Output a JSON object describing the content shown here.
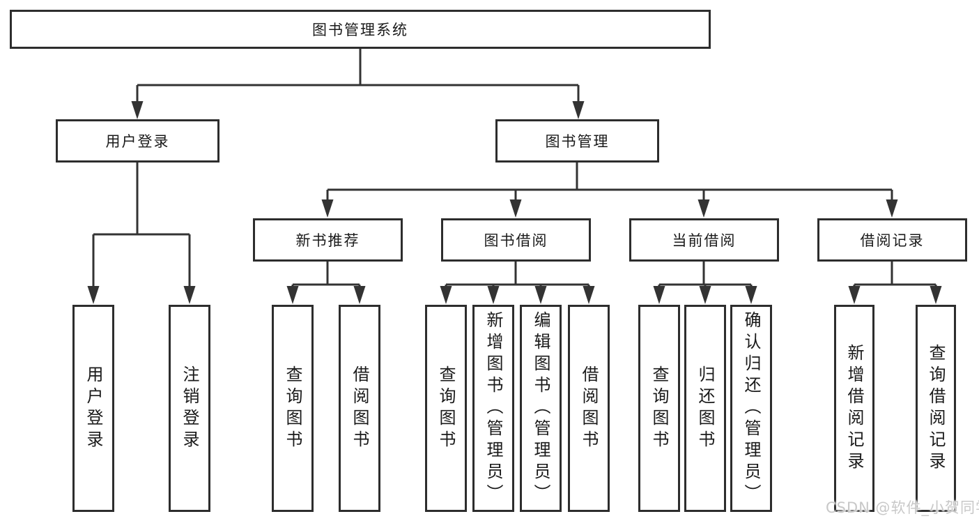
{
  "diagram": {
    "root": {
      "label": "图书管理系统"
    },
    "level2": {
      "user_login": {
        "label": "用户登录"
      },
      "book_management": {
        "label": "图书管理"
      }
    },
    "level3": {
      "new_book_recommend": {
        "label": "新书推荐"
      },
      "book_borrow": {
        "label": "图书借阅"
      },
      "current_borrow": {
        "label": "当前借阅"
      },
      "borrow_records": {
        "label": "借阅记录"
      }
    },
    "leaves": {
      "user_login_login": {
        "label": "用户登录"
      },
      "user_login_logout": {
        "label": "注销登录"
      },
      "new_book_query": {
        "label": "查询图书"
      },
      "new_book_borrow": {
        "label": "借阅图书"
      },
      "borrow_query": {
        "label": "查询图书"
      },
      "borrow_add_admin": {
        "label": "新增图书（管理员）"
      },
      "borrow_edit_admin": {
        "label": "编辑图书（管理员）"
      },
      "borrow_borrow": {
        "label": "借阅图书"
      },
      "current_query": {
        "label": "查询图书"
      },
      "current_return": {
        "label": "归还图书"
      },
      "current_confirm_admin": {
        "label": "确认归还（管理员）"
      },
      "records_add": {
        "label": "新增借阅记录"
      },
      "records_query": {
        "label": "查询借阅记录"
      }
    },
    "colors": {
      "line": "#333333",
      "box_border": "#2d2d2d",
      "box_fill": "#ffffff",
      "text": "#1a1a1a"
    }
  },
  "watermark": {
    "text": "CSDN @软件_小贺同学",
    "color": "#c8c8c8"
  }
}
